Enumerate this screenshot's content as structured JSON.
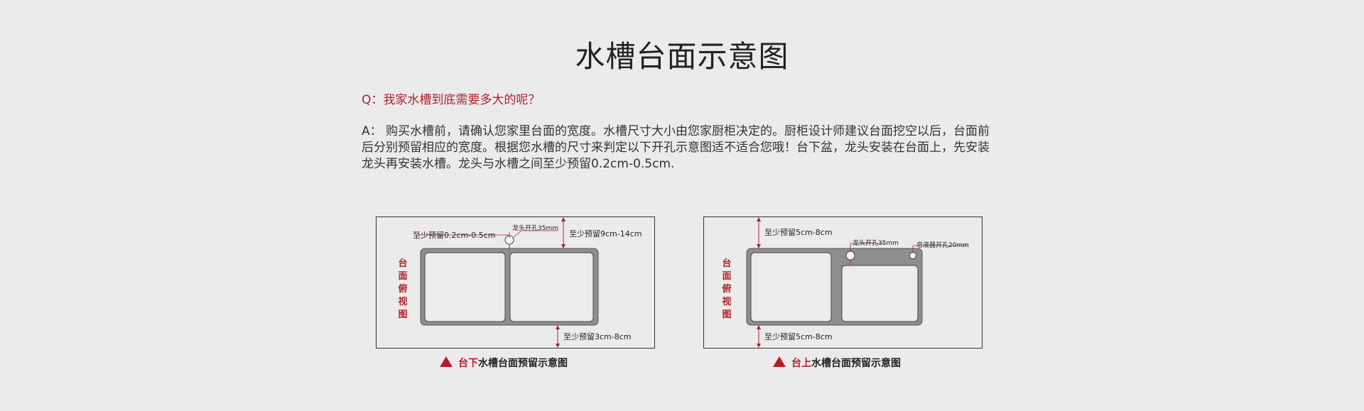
{
  "title": "水槽台面示意图",
  "question": "Q：我家水槽到底需要多大的呢？",
  "answer_lines": [
    "A： 购买水槽前，请确认您家里台面的宽度。水槽尺寸大小由您家厨柜决定的。厨柜设计师建议台面挖空以后，台面前",
    "后分别预留相应的宽度。根据您水槽的尺寸来判定以下开孔示意图适不适合您哦！台下盆，龙头安装在台面上，先安装",
    "龙头再安装水槽。龙头与水槽之间至少预留0.2cm-0.5cm."
  ],
  "colors": {
    "accent_red": "#b2212a",
    "sink_frame": "#8e8e8e",
    "basin": "#ececec"
  },
  "diagram_left": {
    "side_label": [
      "台",
      "面",
      "俯",
      "视",
      "图"
    ],
    "gap_label": "至少预留0.2cm-0.5cm",
    "faucet_label": "龙头开孔35mm",
    "top_label": "至少预留9cm-14cm",
    "bottom_label": "至少预留3cm-8cm",
    "caption_red": "台下",
    "caption_rest": "水槽台面预留示意图"
  },
  "diagram_right": {
    "side_label": [
      "台",
      "面",
      "俯",
      "视",
      "图"
    ],
    "top_label": "至少预留5cm-8cm",
    "faucet_label": "龙头开孔35mm",
    "soap_label": "皂液器开孔20mm",
    "bottom_label": "至少预留5cm-8cm",
    "caption_red": "台上",
    "caption_rest": "水槽台面预留示意图"
  }
}
